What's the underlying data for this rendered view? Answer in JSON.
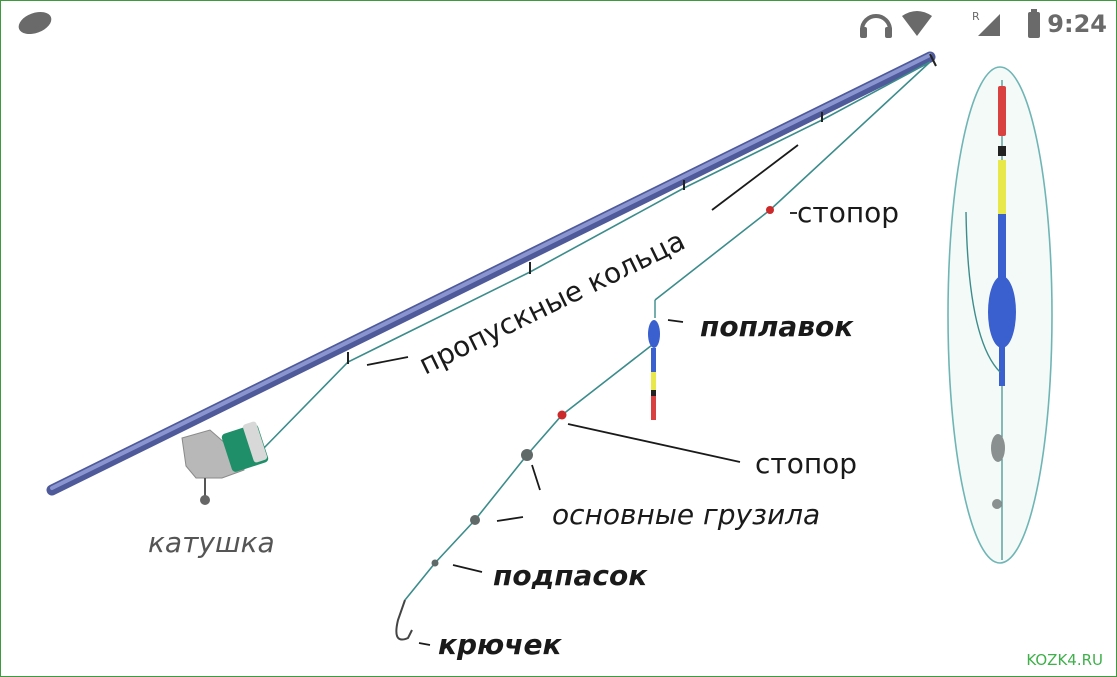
{
  "status_bar": {
    "time": "9:24",
    "network_indicator": "R",
    "icons": [
      "app-leaf-icon",
      "headphones-icon",
      "wifi-icon",
      "cell-signal-icon",
      "battery-icon"
    ]
  },
  "labels": {
    "rings": "пропускные  кольца",
    "stopper_top": "стопор",
    "float": "поплавок",
    "stopper_bottom": "стопор",
    "sinkers": "основные грузила",
    "subsinker": "подпасок",
    "hook": "крючек",
    "reel": "катушка"
  },
  "watermark": "KOZK4.RU",
  "colors": {
    "rod": "#6f7bbf",
    "line": "#3c8c8c",
    "float_blue": "#3a5fcf",
    "float_yellow": "#e8e84a",
    "float_red": "#d94040",
    "stopper": "#cc2a2a",
    "reel_body": "#b8b8b8",
    "reel_spool": "#1f8f6a",
    "zoom_ellipse": "#6fb5b5"
  }
}
